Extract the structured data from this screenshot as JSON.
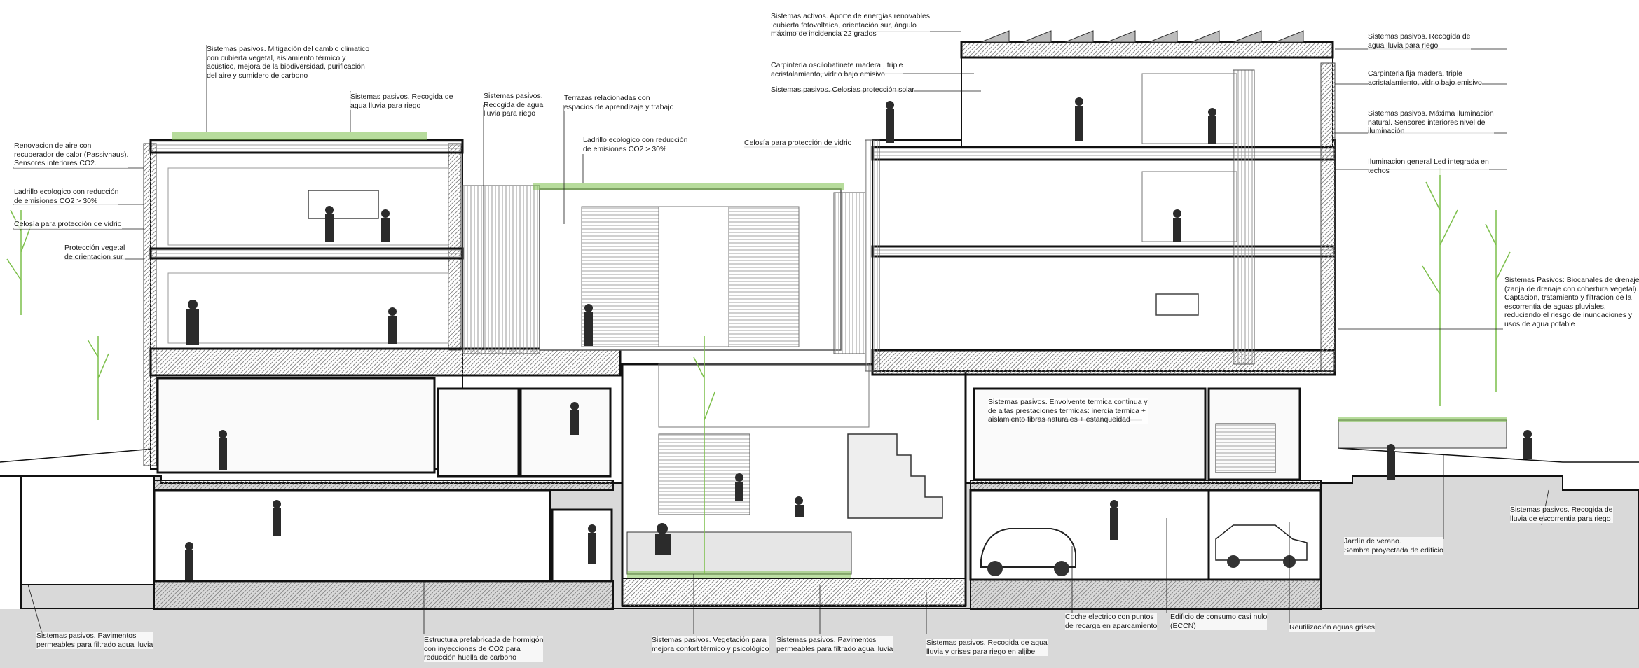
{
  "colors": {
    "ink": "#1a1a1a",
    "wall": "#111111",
    "glazing": "#9a9a9a",
    "hatch": "#8c8c8c",
    "ground": "#d9d9d9",
    "vegetation": "#7cbf4a",
    "figure": "#2b2b2b"
  },
  "icons": {
    "tree": "tree-icon",
    "person": "person-silhouette-icon",
    "car": "car-icon",
    "solar": "solar-panel-icon"
  },
  "annotations": {
    "green_roof": [
      "Sistemas pasivos. Mitigación del cambio climatico",
      "con cubierta vegetal, aislamiento térmico y",
      "acústico, mejora de la biodiversidad, purificación",
      "del aire y sumidero de carbono"
    ],
    "rainwater_roof_left": [
      "Sistemas pasivos. Recogida de",
      "agua lluvia para riego"
    ],
    "air_renewal": [
      "Renovacion de aire con",
      "recuperador de calor (Passivhaus).",
      "Sensores interiores CO2."
    ],
    "eco_brick_left": [
      "Ladrillo ecologico con reducción",
      "de emisiones CO2 > 30%"
    ],
    "lattice_left": [
      "Celosía para protección de vidrio"
    ],
    "vegetal_protection": [
      "Protección vegetal",
      "de orientacion sur"
    ],
    "rainwater_center": [
      "Sistemas pasivos.",
      "Recogida de agua",
      "lluvia para riego"
    ],
    "terraces": [
      "Terrazas relacionadas con",
      "espacios de aprendizaje y trabajo"
    ],
    "eco_brick_center": [
      "Ladrillo ecologico con reducción",
      "de emisiones CO2 > 30%"
    ],
    "lattice_center": [
      "Celosía para protección de vidrio"
    ],
    "active_systems": [
      "Sistemas activos. Aporte de energias renovables",
      ":cubierta fotovoltaica, orientación sur, ángulo",
      "máximo de incidencia 22 grados"
    ],
    "tilt_turn_carpentry": [
      "Carpinteria oscilobatinete madera , triple",
      "acristalamiento, vidrio bajo emisivo"
    ],
    "solar_lattice": [
      "Sistemas pasivos. Celosias protección solar"
    ],
    "rainwater_roof_right": [
      "Sistemas pasivos. Recogida de",
      "agua lluvia para riego"
    ],
    "fixed_carpentry": [
      "Carpinteria fija madera, triple",
      "acristalamiento, vidrio bajo emisivo"
    ],
    "max_lighting": [
      "Sistemas pasivos. Máxima iluminación",
      "natural. Sensores interiores nivel de",
      "iluminación"
    ],
    "led_lighting": [
      "Iluminacion general Led integrada en",
      "techos"
    ],
    "bioswales": [
      "Sistemas Pasivos: Biocanales de drenaje",
      "(zanja de drenaje con cobertura vegetal).",
      "Captacion, tratamiento y filtracion de la",
      "escorrentia de aguas pluviales,",
      "reduciendo el riesgo de inundaciones y",
      "usos de agua potable"
    ],
    "thermal_envelope": [
      "Sistemas pasivos. Envolvente termica continua y",
      "de altas prestaciones termicas: inercia termica +",
      "aislamiento fibras naturales + estanqueidad"
    ],
    "runoff_collection": [
      "Sistemas pasivos. Recogida de",
      "lluvia de escorrentia para riego"
    ],
    "summer_garden": [
      "Jardín de verano.",
      "Sombra proyectada de edificio"
    ],
    "paving_left": [
      "Sistemas pasivos. Pavimentos",
      "permeables para filtrado agua lluvia"
    ],
    "precast_structure": [
      "Estructura prefabricada de hormigón",
      "con inyecciones de CO2 para",
      "reducción huella de carbono"
    ],
    "vegetation_comfort": [
      "Sistemas pasivos. Vegetación para",
      "mejora confort térmico y psicológico"
    ],
    "paving_center": [
      "Sistemas pasivos. Pavimentos",
      "permeables para filtrado agua lluvia"
    ],
    "cistern": [
      "Sistemas pasivos. Recogida de agua",
      "lluvia y grises para riego en aljibe"
    ],
    "electric_car": [
      "Coche electrico con puntos",
      "de recarga en aparcamiento"
    ],
    "nzeb": [
      "Edificio de consumo casi nulo",
      "(ECCN)"
    ],
    "greywater": [
      "Reutilización aguas grises"
    ]
  }
}
